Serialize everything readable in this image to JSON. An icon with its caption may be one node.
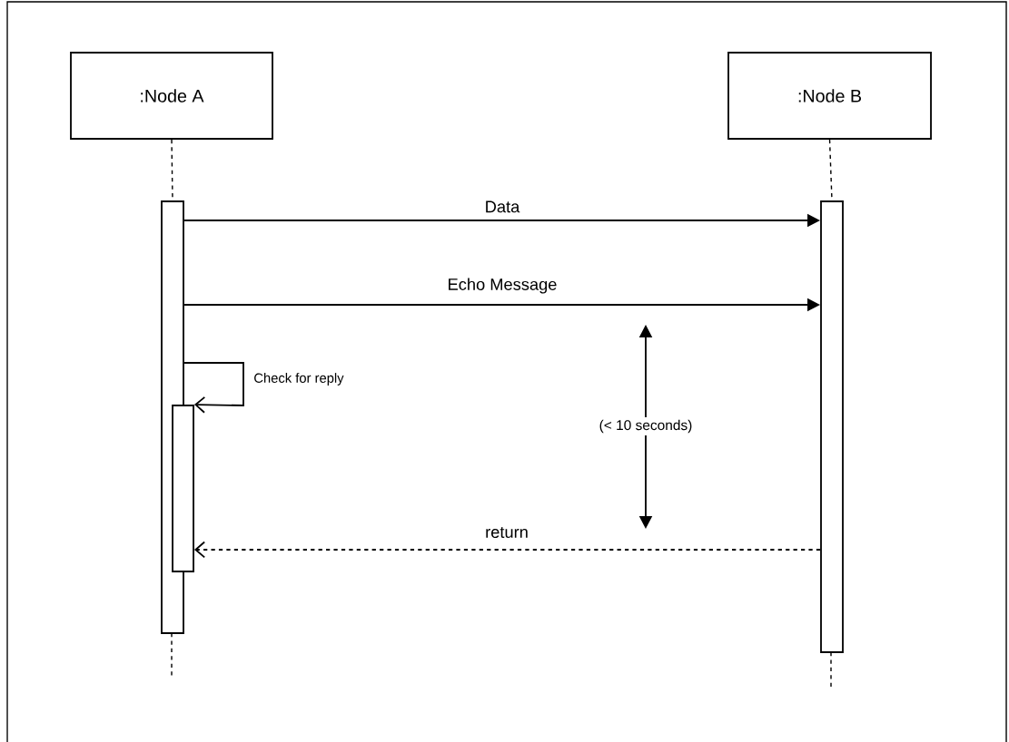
{
  "diagram": {
    "nodes": [
      {
        "text": [
          ":Node A"
        ]
      },
      {
        "text": [
          ":Node B"
        ]
      },
      {
        "text": [],
        "shape": "bar"
      },
      {
        "text": [],
        "shape": "bar"
      },
      {
        "text": [],
        "shape": "bar"
      }
    ],
    "edges": [
      {
        "from": 0,
        "to": 2,
        "arrow": "none",
        "style": "dashed"
      },
      {
        "from": 1,
        "to": 3,
        "arrow": "none",
        "style": "dashed"
      },
      {
        "from": 2,
        "to": 3,
        "arrow": "to",
        "label": "Data"
      },
      {
        "from": 2,
        "to": 3,
        "arrow": "to",
        "label": "Echo Message"
      },
      {
        "from": 2,
        "to": 4,
        "arrow": "to",
        "label": "Check for reply"
      },
      {
        "from": 3,
        "to": 4,
        "arrow": "to",
        "label": "return",
        "style": "dashed"
      }
    ],
    "labels": [
      "(< 10 seconds)"
    ]
  }
}
